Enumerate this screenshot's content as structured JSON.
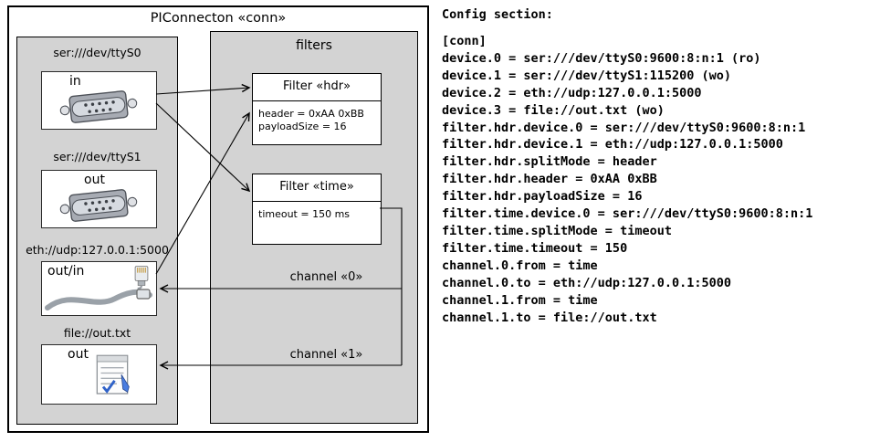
{
  "diagram": {
    "title": "PIConnecton «conn»",
    "filters_title": "filters",
    "devices": [
      {
        "label": "ser:///dev/ttyS0",
        "port": "in",
        "icon": "db9-serial-connector"
      },
      {
        "label": "ser:///dev/ttyS1",
        "port": "out",
        "icon": "db9-serial-connector"
      },
      {
        "label": "eth://udp:127.0.0.1:5000",
        "port": "out/in",
        "icon": "rj45-ethernet-connector"
      },
      {
        "label": "file://out.txt",
        "port": "out",
        "icon": "document-notepad"
      }
    ],
    "filters": [
      {
        "title": "Filter «hdr»",
        "props": [
          "header = 0xAA 0xBB",
          "payloadSize = 16"
        ]
      },
      {
        "title": "Filter «time»",
        "props": [
          "timeout = 150 ms"
        ]
      }
    ],
    "channels": [
      {
        "label": "channel «0»"
      },
      {
        "label": "channel «1»"
      }
    ],
    "colors": {
      "column_bg": "#d3d3d3",
      "box_bg": "#ffffff",
      "border": "#000000",
      "text": "#000000"
    }
  },
  "config": {
    "heading": "Config section:",
    "lines": [
      "[conn]",
      "device.0 = ser:///dev/ttyS0:9600:8:n:1 (ro)",
      "device.1 = ser:///dev/ttyS1:115200 (wo)",
      "device.2 = eth://udp:127.0.0.1:5000",
      "device.3 = file://out.txt (wo)",
      "filter.hdr.device.0 = ser:///dev/ttyS0:9600:8:n:1",
      "filter.hdr.device.1 = eth://udp:127.0.0.1:5000",
      "filter.hdr.splitMode = header",
      "filter.hdr.header = 0xAA 0xBB",
      "filter.hdr.payloadSize = 16",
      "filter.time.device.0 = ser:///dev/ttyS0:9600:8:n:1",
      "filter.time.splitMode = timeout",
      "filter.time.timeout = 150",
      "channel.0.from = time",
      "channel.0.to = eth://udp:127.0.0.1:5000",
      "channel.1.from = time",
      "channel.1.to = file://out.txt"
    ]
  }
}
